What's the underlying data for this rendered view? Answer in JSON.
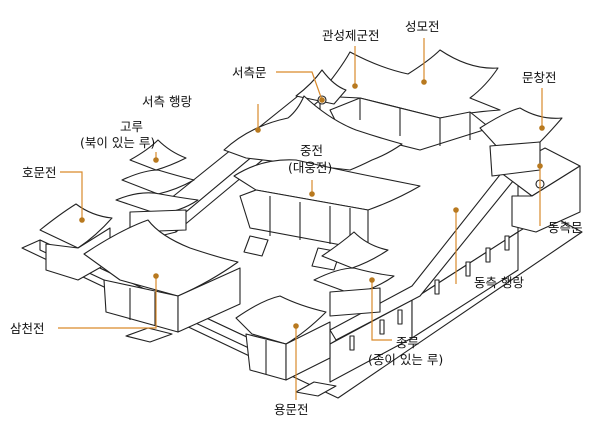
{
  "colors": {
    "ink": "#222222",
    "leader": "#d98a2b",
    "dot": "#b8791f",
    "background": "#ffffff"
  },
  "labels": {
    "gwanseong": "관성제군전",
    "seongmo": "성모전",
    "seocheuk_mun": "서측문",
    "munchang": "문창전",
    "seocheuk_haengrang": "서측 행랑",
    "goru_1": "고루",
    "goru_2": "(북이 있는 루)",
    "jungjeon_1": "중전",
    "jungjeon_2": "(대웅전)",
    "homun": "호문전",
    "dongcheuk_mun": "동측문",
    "dongcheuk_haengrang": "동측 행랑",
    "samcheon": "삼천전",
    "jongru_1": "종루",
    "jongru_2": "(종이 있는 루)",
    "yongmun": "용문전"
  }
}
